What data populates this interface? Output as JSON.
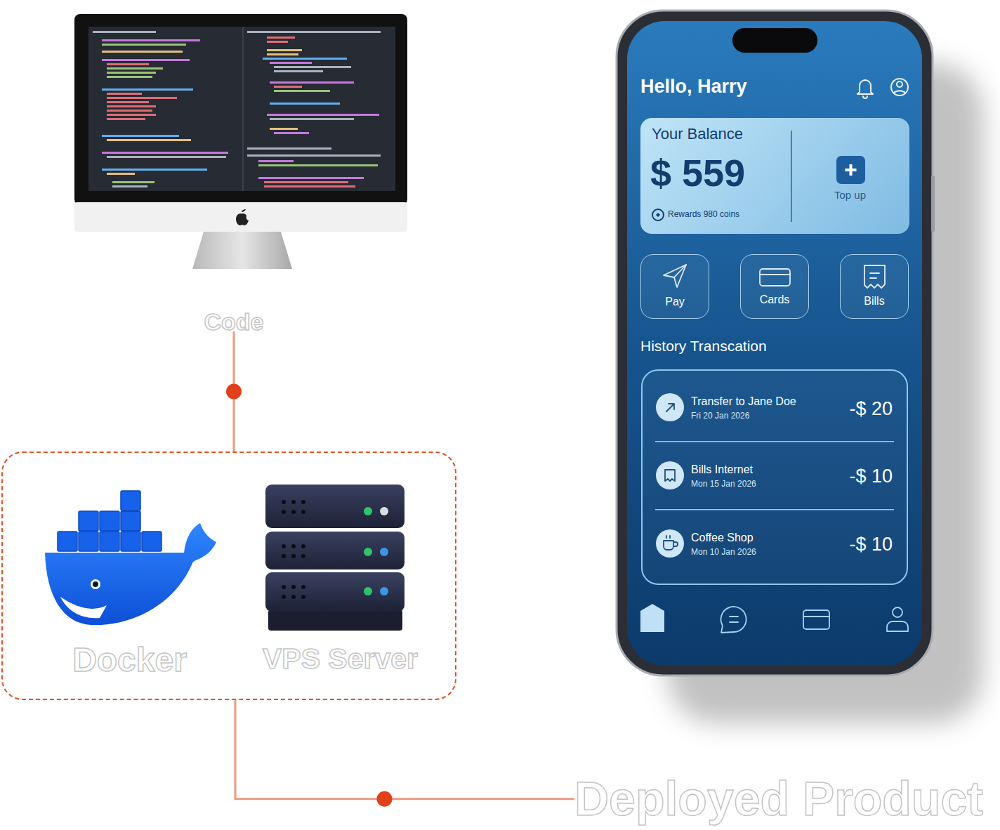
{
  "diagram": {
    "nodes": [
      {
        "text": [
          "Code"
        ]
      },
      {
        "text": []
      },
      {
        "text": [
          "Docker"
        ],
        "in": 1
      },
      {
        "text": [
          "VPS Server"
        ],
        "in": 1
      },
      {
        "text": [
          "Deployed Product"
        ]
      },
      {
        "text": [
          "Your Balance",
          "$ 559",
          "Rewards 980 coins",
          "Top up"
        ],
        "in": 4
      },
      {
        "text": [
          "Pay"
        ],
        "in": 4
      },
      {
        "text": [
          "Cards"
        ],
        "in": 4
      },
      {
        "text": [
          "Bills"
        ],
        "in": 4
      },
      {
        "text": [
          "Transfer to Jane Doe",
          "Fri 20 Jan 2026",
          "-$ 20",
          "Bills Internet",
          "Mon 15 Jan 2026",
          "-$ 10",
          "Coffee Shop",
          "Mon 10 Jan 2026",
          "-$ 10"
        ],
        "in": 4
      }
    ],
    "edges": [
      {
        "from": 0,
        "to": 1,
        "arrow": "none"
      },
      {
        "from": 1,
        "to": 4,
        "arrow": "none"
      }
    ],
    "labels": [
      "Hello, Harry",
      "History Transcation"
    ]
  }
}
